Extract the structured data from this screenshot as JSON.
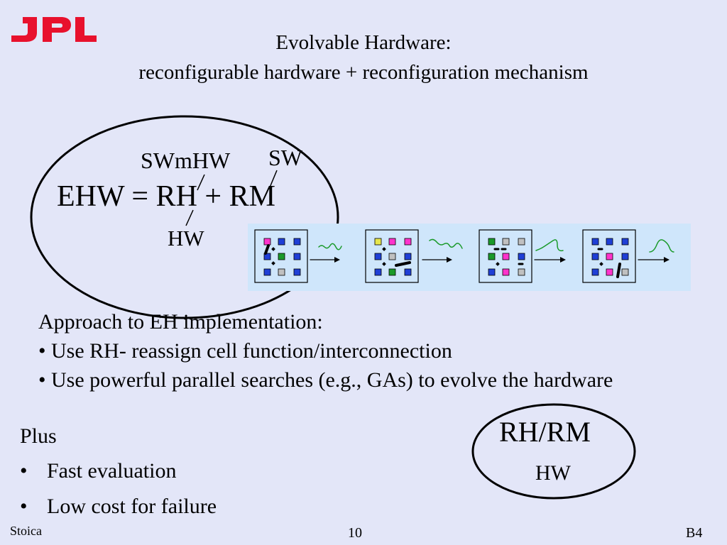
{
  "logo": {
    "text": "JPL",
    "color": "#e8112d"
  },
  "slide": {
    "title_line1": "Evolvable Hardware:",
    "title_line2": "reconfigurable hardware + reconfiguration mechanism"
  },
  "equation": {
    "label_swmhw": "SWmHW",
    "label_sw": "SW",
    "formula": "EHW = RH + RM",
    "label_hw": "HW"
  },
  "approach": {
    "heading": "Approach to EH implementation:",
    "bullets": [
      "• Use RH- reassign cell function/interconnection",
      "• Use powerful parallel searches (e.g.,  GAs) to evolve the hardware"
    ]
  },
  "plus": {
    "heading": "Plus",
    "bullet_marker": "•",
    "items": [
      "Fast evaluation",
      "Low cost for failure"
    ]
  },
  "badge": {
    "top": "RH/RM",
    "bottom": "HW"
  },
  "footer": {
    "author": "Stoica",
    "page_number": "10",
    "code": "B4"
  },
  "colors": {
    "background": "#e3e6f8",
    "panel": "#cfe6fb",
    "cell_blue": "#1f3fd6",
    "cell_green": "#1a9a2a",
    "cell_magenta": "#ff33cc",
    "cell_gray": "#c0c0c0",
    "cell_yellow": "#e6e64d",
    "signal_green": "#1a9a2a"
  }
}
